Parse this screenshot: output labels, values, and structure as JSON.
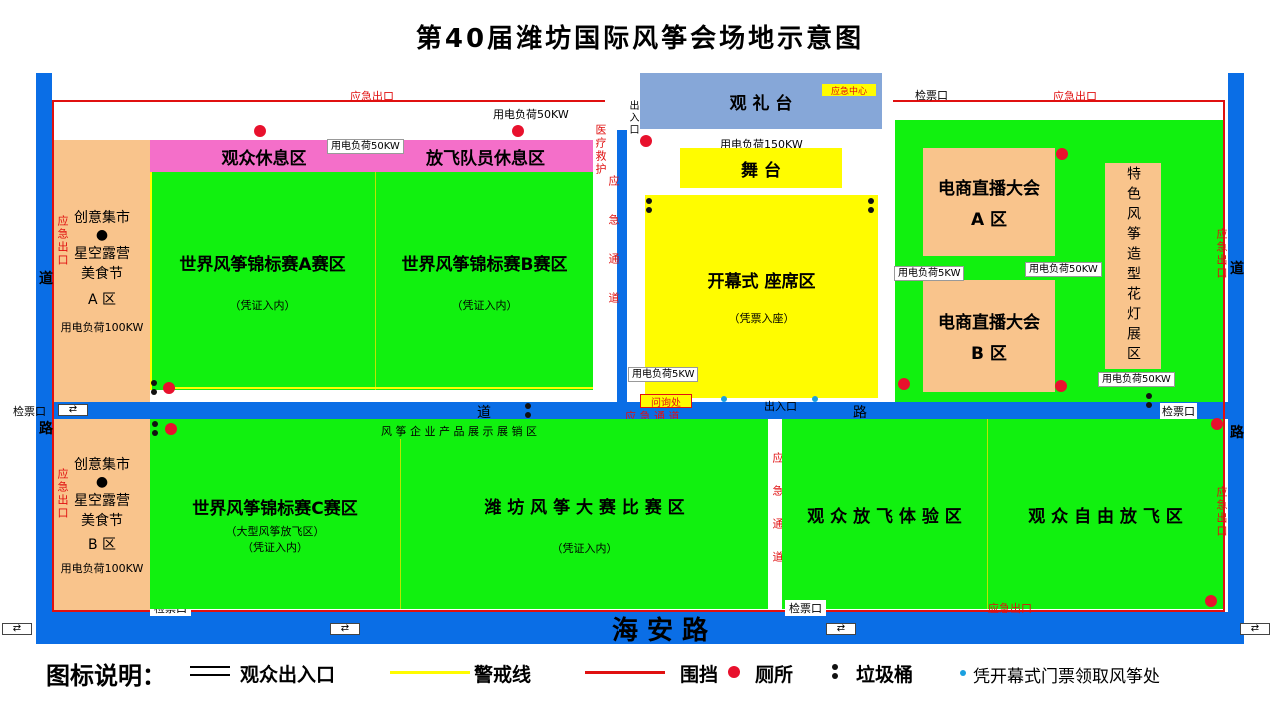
{
  "title": "第40届潍坊国际风筝会场地示意图",
  "colors": {
    "road": "#0a6ee6",
    "green": "#11f10f",
    "peach": "#f9c48c",
    "pink": "#f46fc9",
    "yellow": "#fffc00",
    "fence": "#e01010"
  },
  "exits": {
    "emergency_exit": "应急出口",
    "checkpoint": "检票口",
    "in_out": "出入口",
    "exit_vertical": "出入口"
  },
  "power": {
    "p50": "用电负荷50KW",
    "p150": "用电负荷150KW",
    "p5": "用电负荷5KW",
    "p100": "用电负荷100KW"
  },
  "zones": {
    "audience_rest": "观众休息区",
    "team_rest": "放飞队员休息区",
    "world_a": "世界风筝锦标赛A赛区",
    "world_b": "世界风筝锦标赛B赛区",
    "world_c": "世界风筝锦标赛C赛区",
    "world_c_note": "（大型风筝放飞区）",
    "cert_note": "（凭证入内）",
    "viewing_stand": "观 礼 台",
    "emergency_center": "应急中心",
    "stage": "舞  台",
    "opening": "开幕式  座席区",
    "ticket_note": "（凭票入座）",
    "ecom_a_1": "电商直播大会",
    "ecom_a_2": "A 区",
    "ecom_b_1": "电商直播大会",
    "ecom_b_2": "B 区",
    "lantern": "特色风筝造型花灯展区",
    "market_a_1": "创意集市",
    "market_a_2": "星空露营",
    "market_a_3": "美食节",
    "market_a_4": "A 区",
    "market_b_1": "创意集市",
    "market_b_2": "星空露营",
    "market_b_3": "美食节",
    "market_b_4": "B 区",
    "kite_expo": "风  筝  企  业  产  品  展  示  展  销  区",
    "weifang_contest": "潍  坊  风  筝  大  赛  比  赛  区",
    "fly_exp": "观  众  放  飞  体  验  区",
    "free_fly": "观  众  自  由  放  飞  区",
    "inquiry": "问询处",
    "medical": "医疗救护",
    "emergency_passage": "应急通道",
    "emergency_road_h": "应          急          通          道"
  },
  "roads": {
    "haian": "海          安          路",
    "dao": "道",
    "lu": "路"
  },
  "legend": {
    "title": "图标说明：",
    "entrance": "观众出入口",
    "warning_line": "警戒线",
    "fence": "围挡",
    "toilet": "厕所",
    "bin": "垃圾桶",
    "ticket_kite": "凭开幕式门票领取风筝处"
  }
}
